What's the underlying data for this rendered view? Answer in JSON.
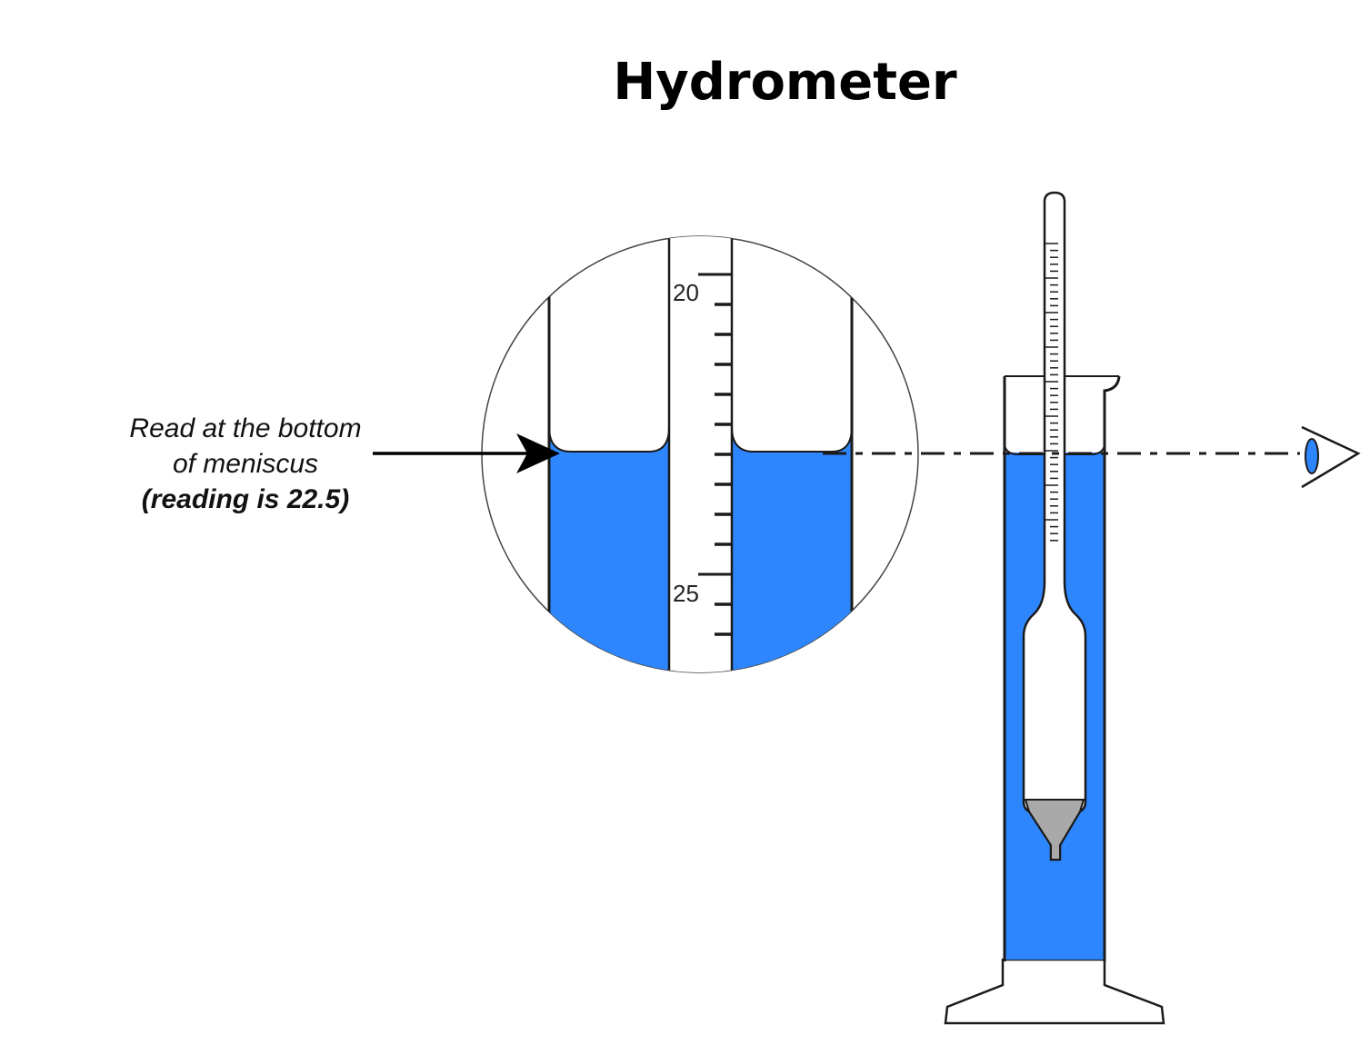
{
  "title": "Hydrometer",
  "caption": {
    "line1": "Read at the bottom",
    "line2": "of meniscus",
    "line3": "(reading is 22.5)"
  },
  "magnified_scale": {
    "top_label": "20",
    "bottom_label": "25"
  },
  "colors": {
    "liquid": "#2e86ff",
    "weight": "#a9a9a9",
    "outline": "#1a1a1a"
  },
  "icons": [
    "arrow-right-icon",
    "eye-icon"
  ]
}
